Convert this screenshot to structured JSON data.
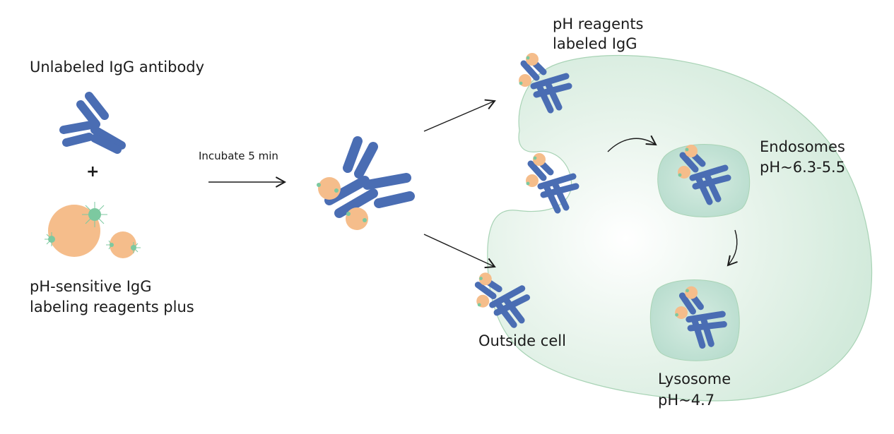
{
  "labels": {
    "unlabeled_igg": "Unlabeled IgG antibody",
    "plus": "+",
    "reagents_line1": "pH-sensitive IgG",
    "reagents_line2": "labeling reagents plus",
    "incubate": "Incubate 5 min",
    "labeled_line1": "pH reagents",
    "labeled_line2": "labeled IgG",
    "endosomes_line1": "Endosomes",
    "endosomes_line2": "pH~6.3-5.5",
    "lysosome_line1": "Lysosome",
    "lysosome_line2": "pH~4.7",
    "outside": "Outside cell"
  },
  "colors": {
    "antibody": "#4a6db3",
    "reagent": "#f5bd8b",
    "dye": "#7cc9a0",
    "cell_fill": "#dcefe3",
    "cell_center": "#ffffff",
    "cell_stroke": "#a8d3b5",
    "vesicle_fill": "#c2e2d4",
    "arrow": "#1b1b1b"
  }
}
